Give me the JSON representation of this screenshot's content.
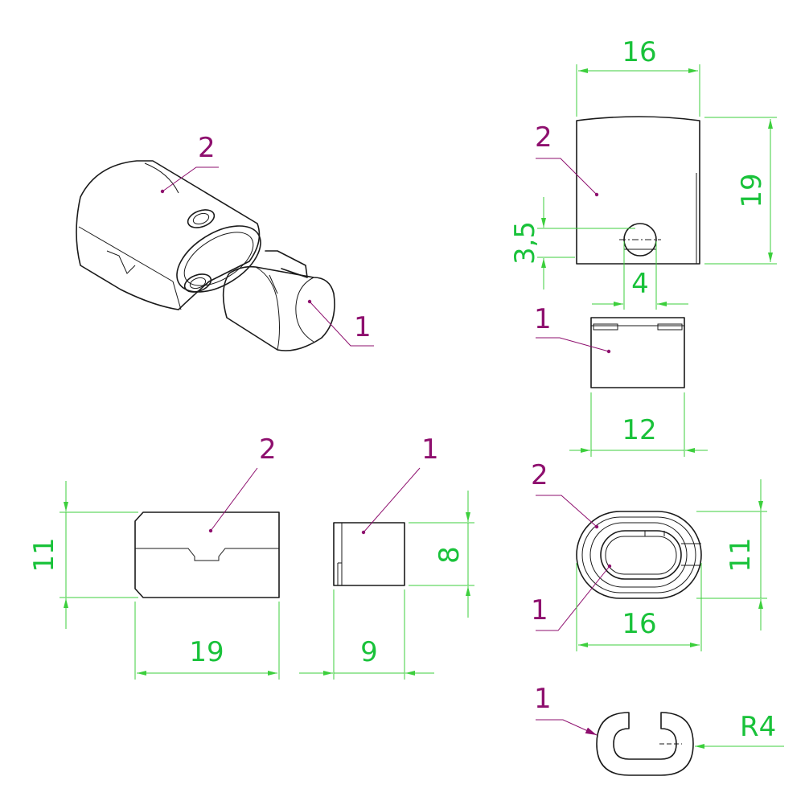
{
  "colors": {
    "dimension": "#19c23a",
    "label": "#8e0f6e",
    "outline": "#1a1a1a"
  },
  "labels": {
    "iso_part2": "2",
    "iso_part1": "1",
    "top_part2": "2",
    "top_part1": "1",
    "side_part2": "2",
    "side_part1": "1",
    "end_part2": "2",
    "end_part1": "1",
    "clip_part1": "1"
  },
  "dimensions": {
    "top_width": "16",
    "top_height": "19",
    "hole_offset": "3,5",
    "hole_width": "4",
    "insert_width": "12",
    "side_height": "11",
    "side_length": "19",
    "insert_length": "9",
    "insert_height": "8",
    "end_height": "11",
    "end_width": "16",
    "clip_radius": "R4"
  }
}
